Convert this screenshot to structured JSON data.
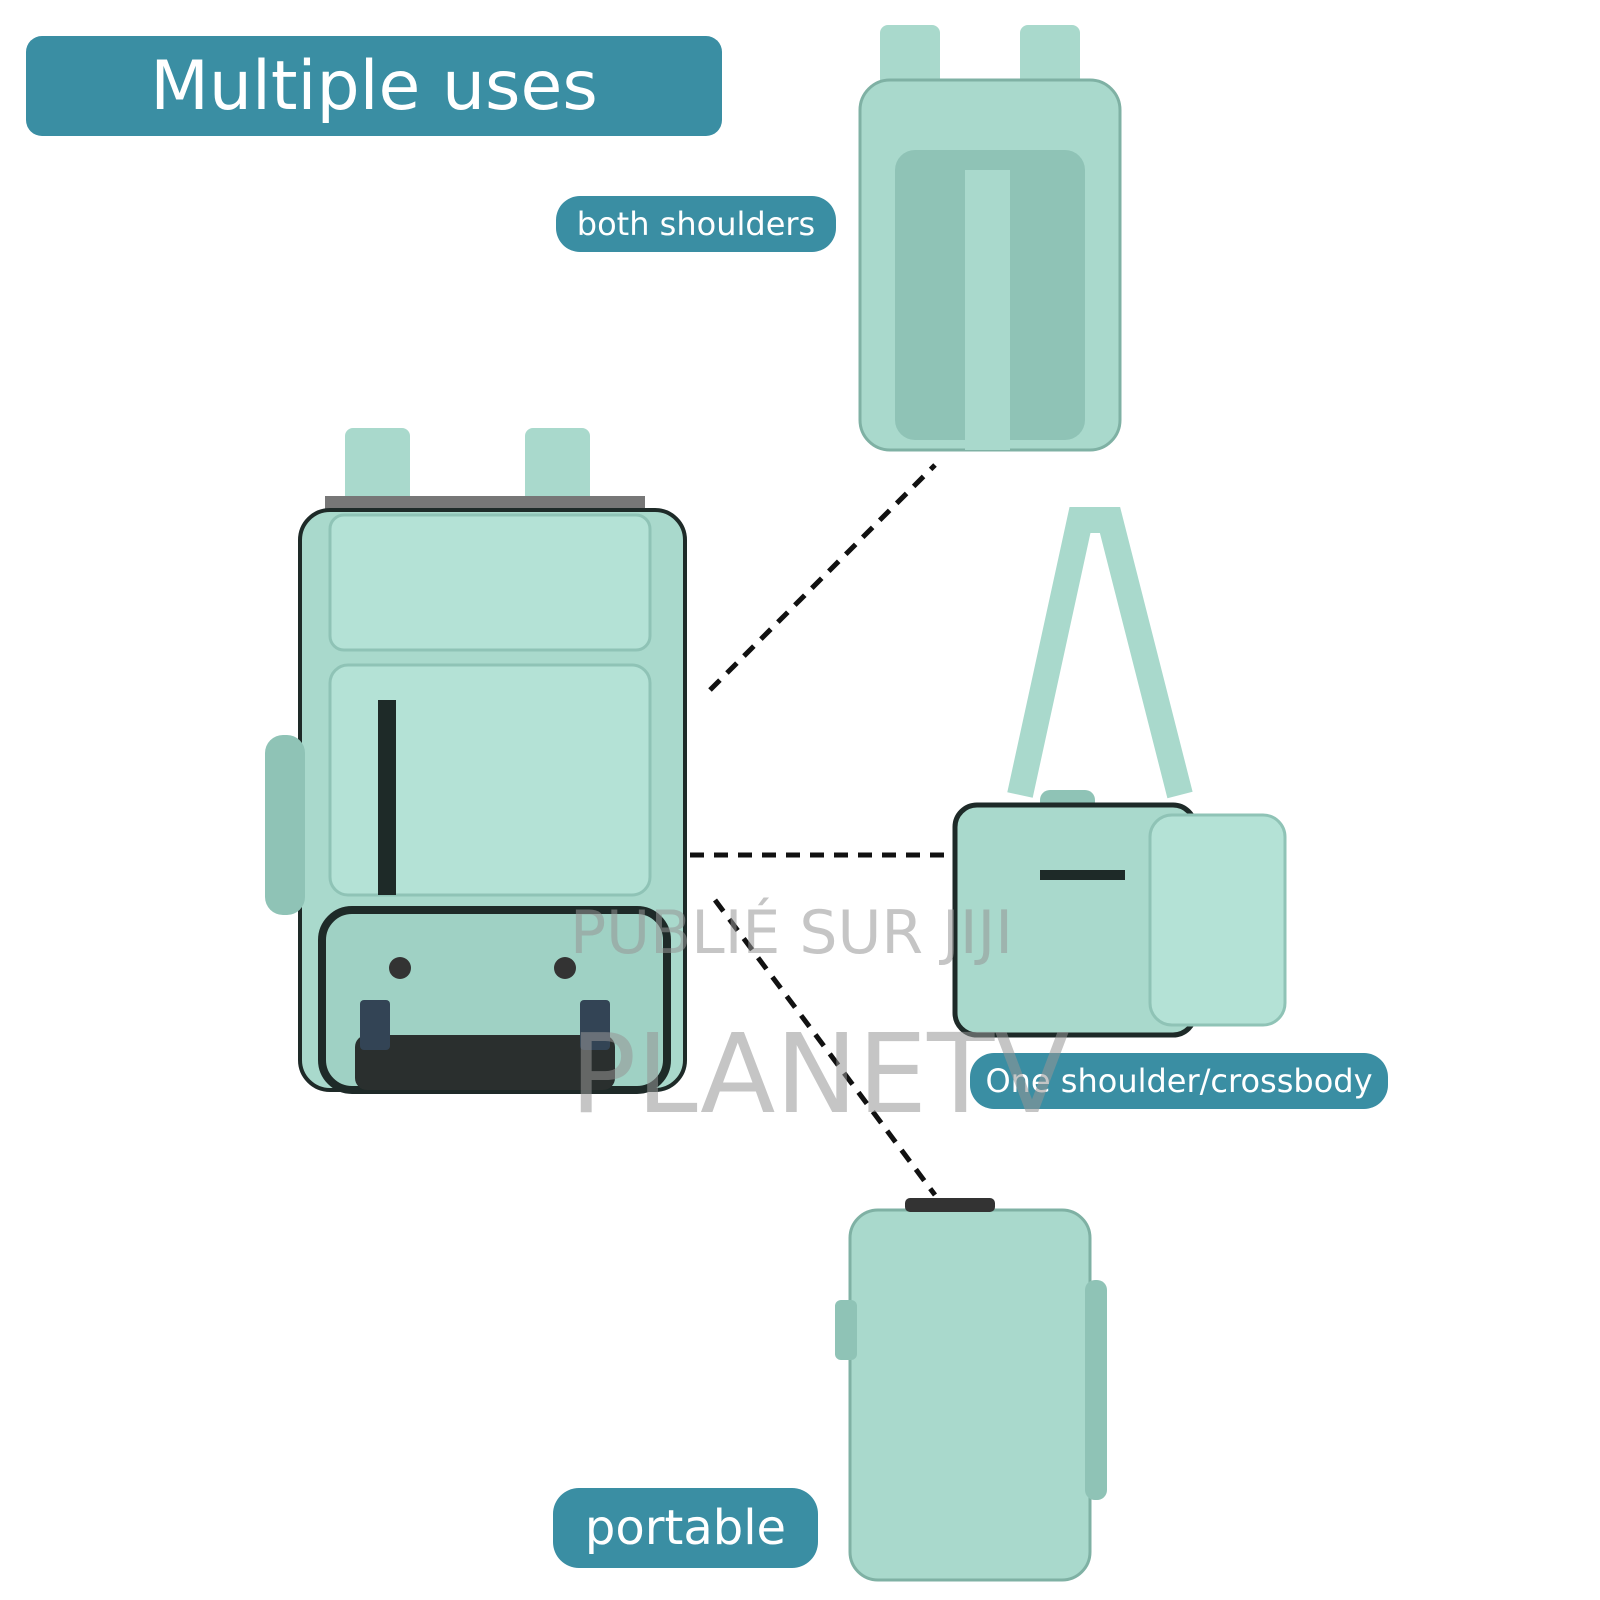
{
  "title": "Multiple uses",
  "labels": {
    "both_shoulders": "both shoulders",
    "one_shoulder": "One shoulder/crossbody",
    "portable": "portable"
  },
  "watermark": {
    "line1": "PUBLIÉ SUR JIJI",
    "line2": "PLANETV"
  },
  "colors": {
    "label_bg": "#3a8ea3",
    "bag": "#a9d9cc",
    "bag_dark": "#8fc3b6",
    "trim": "#1e2a28"
  }
}
